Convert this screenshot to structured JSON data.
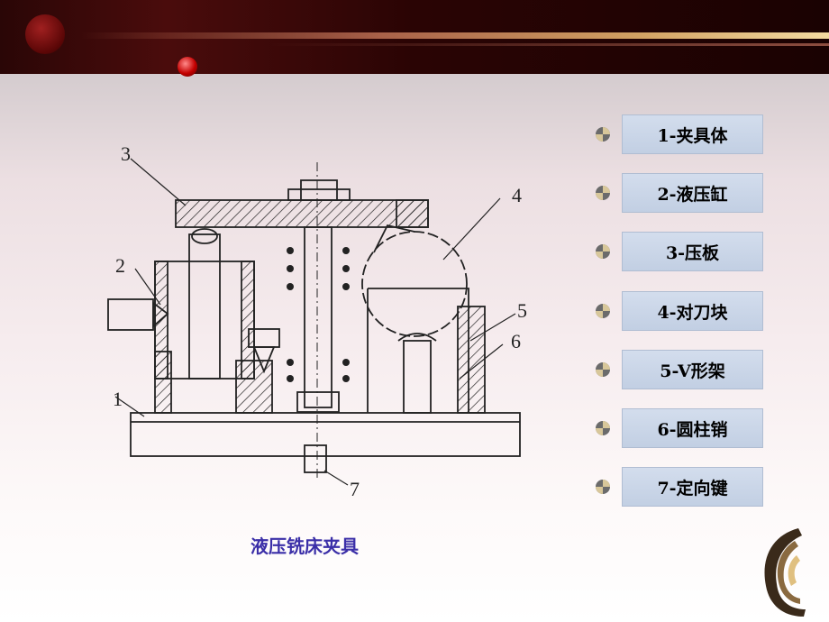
{
  "legend": {
    "items": [
      {
        "label": "1-夹具体"
      },
      {
        "label": "2-液压缸"
      },
      {
        "label": "3-压板"
      },
      {
        "label": "4-对刀块"
      },
      {
        "label": "5-V形架"
      },
      {
        "label": "6-圆柱销"
      },
      {
        "label": "7-定向键"
      }
    ]
  },
  "diagram": {
    "callouts": [
      "1",
      "2",
      "3",
      "4",
      "5",
      "6",
      "7"
    ]
  },
  "caption": "液压铣床夹具",
  "colors": {
    "legend_box": "#c9d4e7",
    "caption_text": "#3b2fa8",
    "header_dark": "#2a0606",
    "accent_red": "#c40000"
  }
}
